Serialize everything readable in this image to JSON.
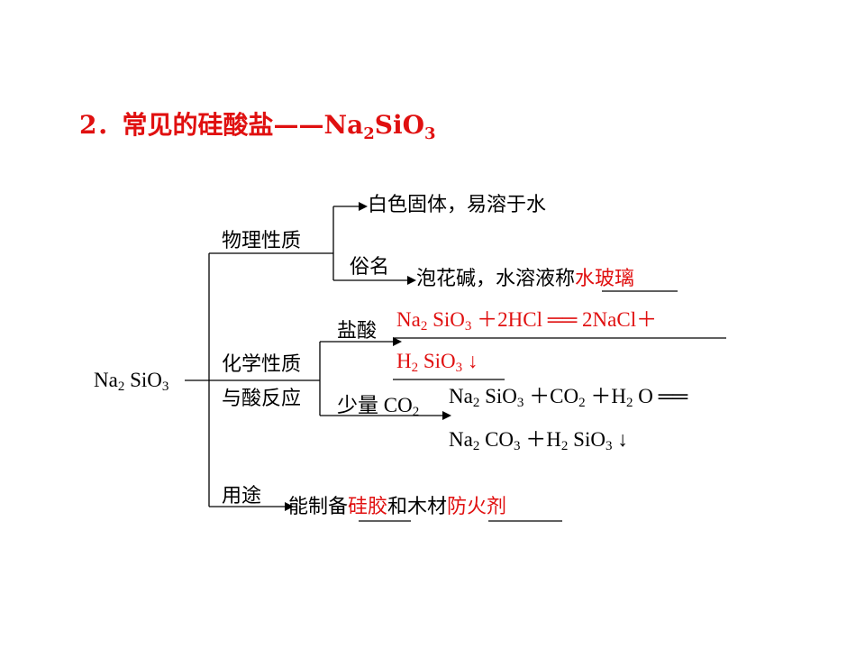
{
  "title": {
    "number": "2",
    "text": "．常见的硅酸盐——Na",
    "sub1": "2",
    "mid": "SiO",
    "sub2": "3"
  },
  "root": {
    "text": "Na",
    "sub1": "2",
    "mid": " SiO",
    "sub2": "3"
  },
  "physical": {
    "label": "物理性质",
    "appearance": "白色固体，易溶于水",
    "common_name_label": "俗名",
    "common_name_text": "泡花碱，水溶液称",
    "common_name_answer": "水玻璃"
  },
  "chemical": {
    "label_line1": "化学性质",
    "label_line2": "与酸反应",
    "hcl_label": "盐酸",
    "eq1_a": "Na",
    "eq1_a_sub": "2",
    "eq1_b": " SiO",
    "eq1_b_sub": "3",
    "eq1_c": " ＋2HCl ══ 2NaCl＋",
    "eq1_line2_a": "H",
    "eq1_line2_a_sub": "2",
    "eq1_line2_b": " SiO",
    "eq1_line2_b_sub": "3",
    "eq1_arrow": "↓",
    "co2_label": "少量 CO",
    "co2_label_sub": "2",
    "eq2_a": "Na",
    "eq2_a_sub": "2",
    "eq2_b": " SiO",
    "eq2_b_sub": "3",
    "eq2_c": " ＋CO",
    "eq2_c_sub": "2",
    "eq2_d": " ＋H",
    "eq2_d_sub": "2",
    "eq2_e": " O ══",
    "eq2_line2_a": "Na",
    "eq2_line2_a_sub": "2",
    "eq2_line2_b": " CO",
    "eq2_line2_b_sub": "3",
    "eq2_line2_c": " ＋H",
    "eq2_line2_c_sub": "2",
    "eq2_line2_d": " SiO",
    "eq2_line2_d_sub": "3",
    "eq2_arrow": "↓"
  },
  "use": {
    "label": "用途",
    "text1": "能制备",
    "answer1": "硅胶",
    "text2": "和木材",
    "answer2": "防火剂"
  },
  "colors": {
    "answer": "#e01010",
    "text": "#000000"
  }
}
